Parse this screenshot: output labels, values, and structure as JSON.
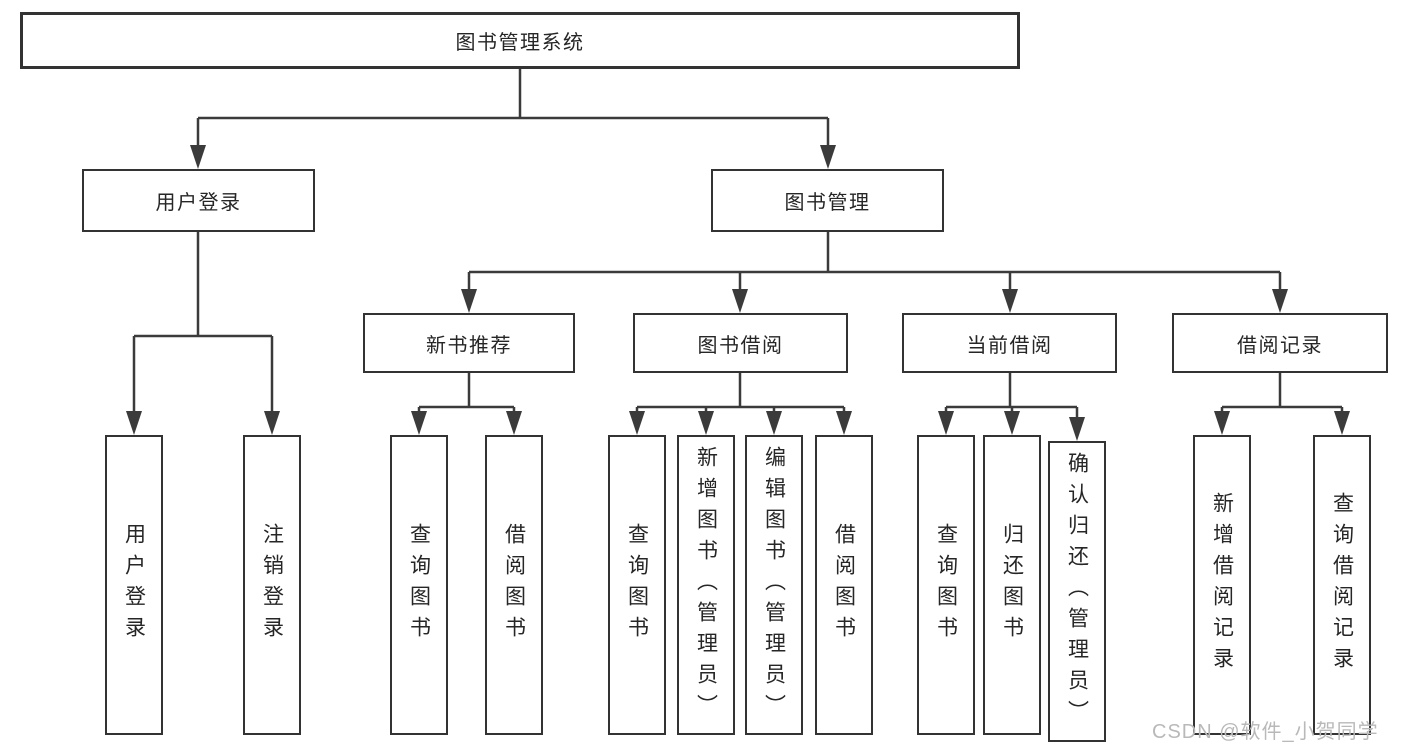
{
  "diagram": {
    "tree": {
      "root": {
        "label": "图书管理系统",
        "children": [
          {
            "label": "用户登录",
            "children": [
              {
                "label": "用户登录"
              },
              {
                "label": "注销登录"
              }
            ]
          },
          {
            "label": "图书管理",
            "children": [
              {
                "label": "新书推荐",
                "children": [
                  {
                    "label": "查询图书"
                  },
                  {
                    "label": "借阅图书"
                  }
                ]
              },
              {
                "label": "图书借阅",
                "children": [
                  {
                    "label": "查询图书"
                  },
                  {
                    "label": "新增图书（管理员）"
                  },
                  {
                    "label": "编辑图书（管理员）"
                  },
                  {
                    "label": "借阅图书"
                  }
                ]
              },
              {
                "label": "当前借阅",
                "children": [
                  {
                    "label": "查询图书"
                  },
                  {
                    "label": "归还图书"
                  },
                  {
                    "label": "确认归还（管理员）"
                  }
                ]
              },
              {
                "label": "借阅记录",
                "children": [
                  {
                    "label": "新增借阅记录"
                  },
                  {
                    "label": "查询借阅记录"
                  }
                ]
              }
            ]
          }
        ]
      }
    },
    "colors": {
      "line": "#3b3b3b",
      "box_border": "#333333",
      "box_fill": "#ffffff",
      "text": "#262626",
      "background": "#ffffff",
      "watermark": "#b9b9b9"
    }
  },
  "watermark": {
    "text": "CSDN @软件_小贺同学"
  }
}
